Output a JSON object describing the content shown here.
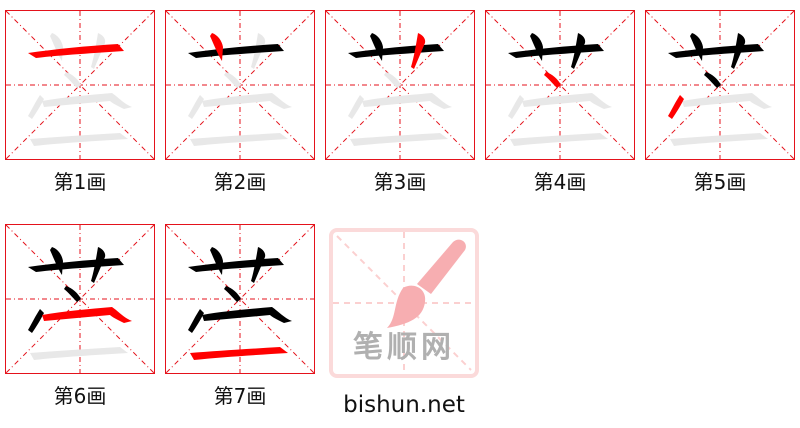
{
  "character": "苎",
  "colors": {
    "grid_border": "#e4121b",
    "grid_guides": "#e4121b",
    "current_stroke": "#ff0000",
    "done_stroke": "#000000",
    "ghost_stroke": "#e8e8e8",
    "logo_pink": "#f7aeb1"
  },
  "steps": [
    {
      "label": "第1画",
      "step": 1
    },
    {
      "label": "第2画",
      "step": 2
    },
    {
      "label": "第3画",
      "step": 3
    },
    {
      "label": "第4画",
      "step": 4
    },
    {
      "label": "第5画",
      "step": 5
    },
    {
      "label": "第6画",
      "step": 6
    },
    {
      "label": "第7画",
      "step": 7
    }
  ],
  "logo": {
    "text": "笔顺网",
    "site": "bishun.net"
  }
}
